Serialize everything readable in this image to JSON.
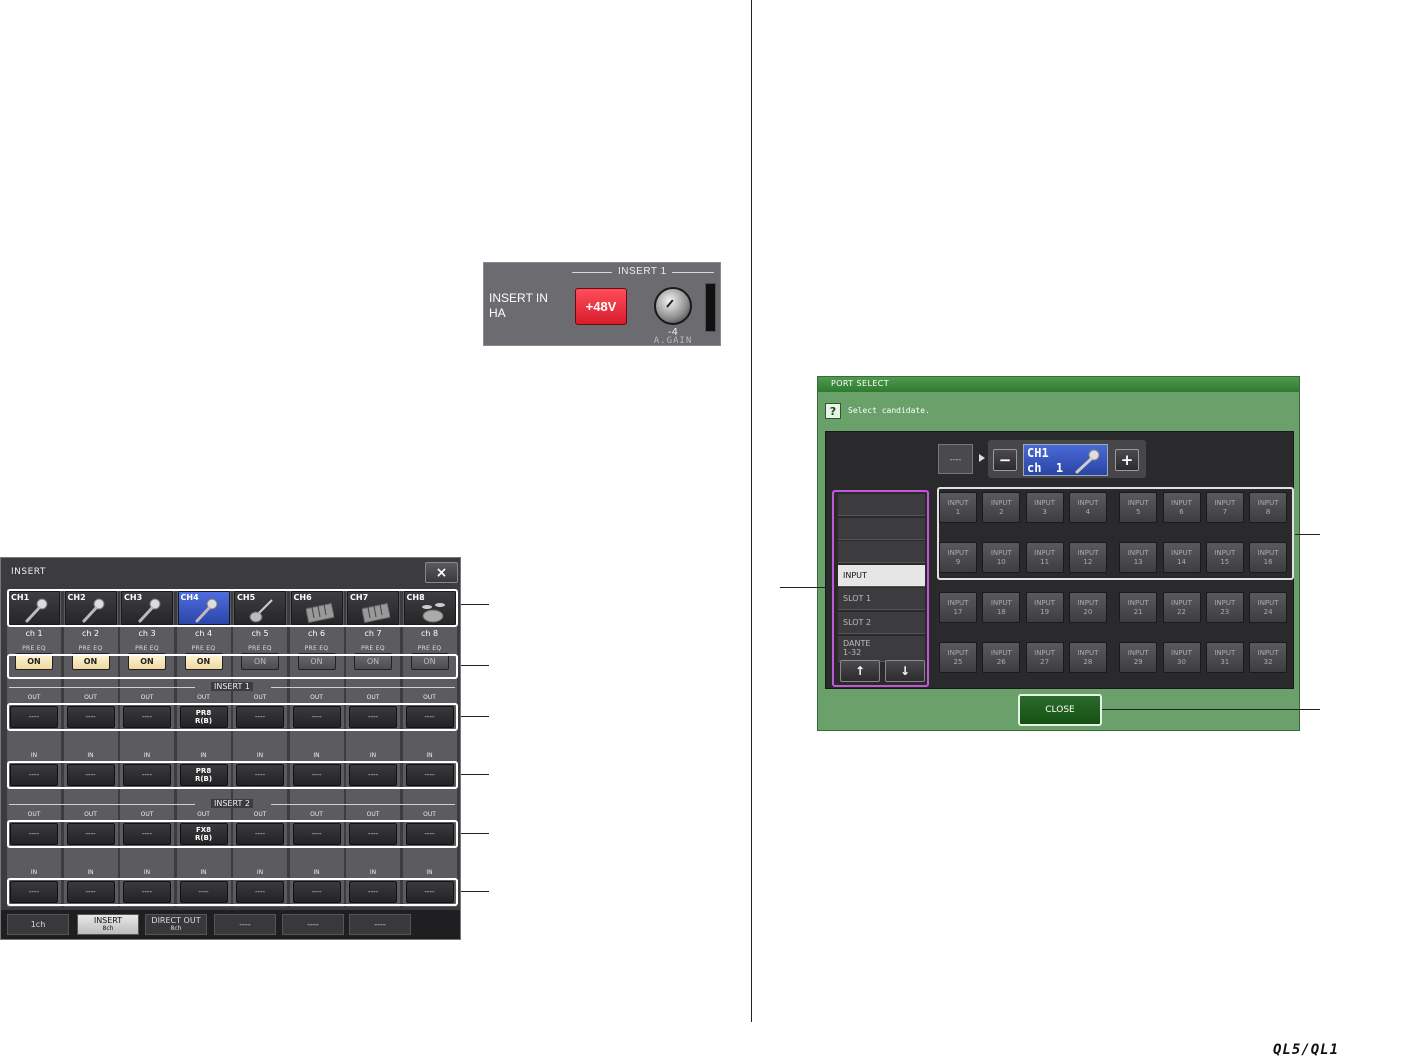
{
  "ha_panel": {
    "header": "INSERT 1",
    "label_line1": "INSERT IN",
    "label_line2": "HA",
    "phantom_label": "+48V",
    "phantom_color": "#e02433",
    "gain_value": "-4",
    "gain_caption": "A.GAIN"
  },
  "insert_window": {
    "title": "INSERT",
    "close_label": "×",
    "pre_eq_label": "PRE EQ",
    "insert1_label": "INSERT 1",
    "insert2_label": "INSERT 2",
    "out_label": "OUT",
    "in_label": "IN",
    "channels": [
      {
        "num": "CH1",
        "name": "ch 1",
        "icon": "microphone-icon",
        "on": "ON",
        "ins1_out": "----",
        "ins1_in": "----",
        "ins2_out": "----",
        "ins2_in": "----"
      },
      {
        "num": "CH2",
        "name": "ch 2",
        "icon": "microphone-icon",
        "on": "ON",
        "ins1_out": "----",
        "ins1_in": "----",
        "ins2_out": "----",
        "ins2_in": "----"
      },
      {
        "num": "CH3",
        "name": "ch 3",
        "icon": "microphone-icon",
        "on": "ON",
        "ins1_out": "----",
        "ins1_in": "----",
        "ins2_out": "----",
        "ins2_in": "----"
      },
      {
        "num": "CH4",
        "name": "ch 4",
        "icon": "microphone-icon",
        "on": "ON",
        "ins1_out": "PR8\nR(B)",
        "ins1_in": "PR8\nR(B)",
        "ins2_out": "FX8\nR(B)",
        "ins2_in": "----"
      },
      {
        "num": "CH5",
        "name": "ch 5",
        "icon": "guitar-icon",
        "on": "ON",
        "ins1_out": "----",
        "ins1_in": "----",
        "ins2_out": "----",
        "ins2_in": "----"
      },
      {
        "num": "CH6",
        "name": "ch 6",
        "icon": "keyboard-icon",
        "on": "ON",
        "ins1_out": "----",
        "ins1_in": "----",
        "ins2_out": "----",
        "ins2_in": "----"
      },
      {
        "num": "CH7",
        "name": "ch 7",
        "icon": "keyboard-icon",
        "on": "ON",
        "ins1_out": "----",
        "ins1_in": "----",
        "ins2_out": "----",
        "ins2_in": "----"
      },
      {
        "num": "CH8",
        "name": "ch 8",
        "icon": "drums-icon",
        "on": "ON",
        "ins1_out": "----",
        "ins1_in": "----",
        "ins2_out": "----",
        "ins2_in": "----"
      }
    ],
    "selected_channel": "CH4",
    "tabs": [
      {
        "label": "1ch",
        "sub": ""
      },
      {
        "label": "INSERT",
        "sub": "8ch"
      },
      {
        "label": "DIRECT OUT",
        "sub": "8ch"
      },
      {
        "label": "----",
        "sub": ""
      },
      {
        "label": "----",
        "sub": ""
      },
      {
        "label": "----",
        "sub": ""
      }
    ],
    "selected_tab": "INSERT"
  },
  "port_select": {
    "title": "PORT SELECT",
    "help_icon": "?",
    "prompt": "Select candidate.",
    "current_port": "----",
    "channel_line1": "CH1",
    "channel_line2": "ch  1",
    "minus_label": "−",
    "plus_label": "+",
    "categories": [
      "",
      "",
      "",
      "INPUT",
      "SLOT 1",
      "SLOT 2",
      "DANTE\n1-32"
    ],
    "selected_category": "INPUT",
    "up_label": "↑",
    "down_label": "↓",
    "port_prefix": "INPUT",
    "ports": [
      "1",
      "2",
      "3",
      "4",
      "5",
      "6",
      "7",
      "8",
      "9",
      "10",
      "11",
      "12",
      "13",
      "14",
      "15",
      "16",
      "17",
      "18",
      "19",
      "20",
      "21",
      "22",
      "23",
      "24",
      "25",
      "26",
      "27",
      "28",
      "29",
      "30",
      "31",
      "32"
    ],
    "close_label": "CLOSE",
    "accent_green": "#2f7a2f",
    "accent_blue": "#3a55c0",
    "list_frame_color": "#c058d8"
  },
  "logo": "QL5/QL1"
}
